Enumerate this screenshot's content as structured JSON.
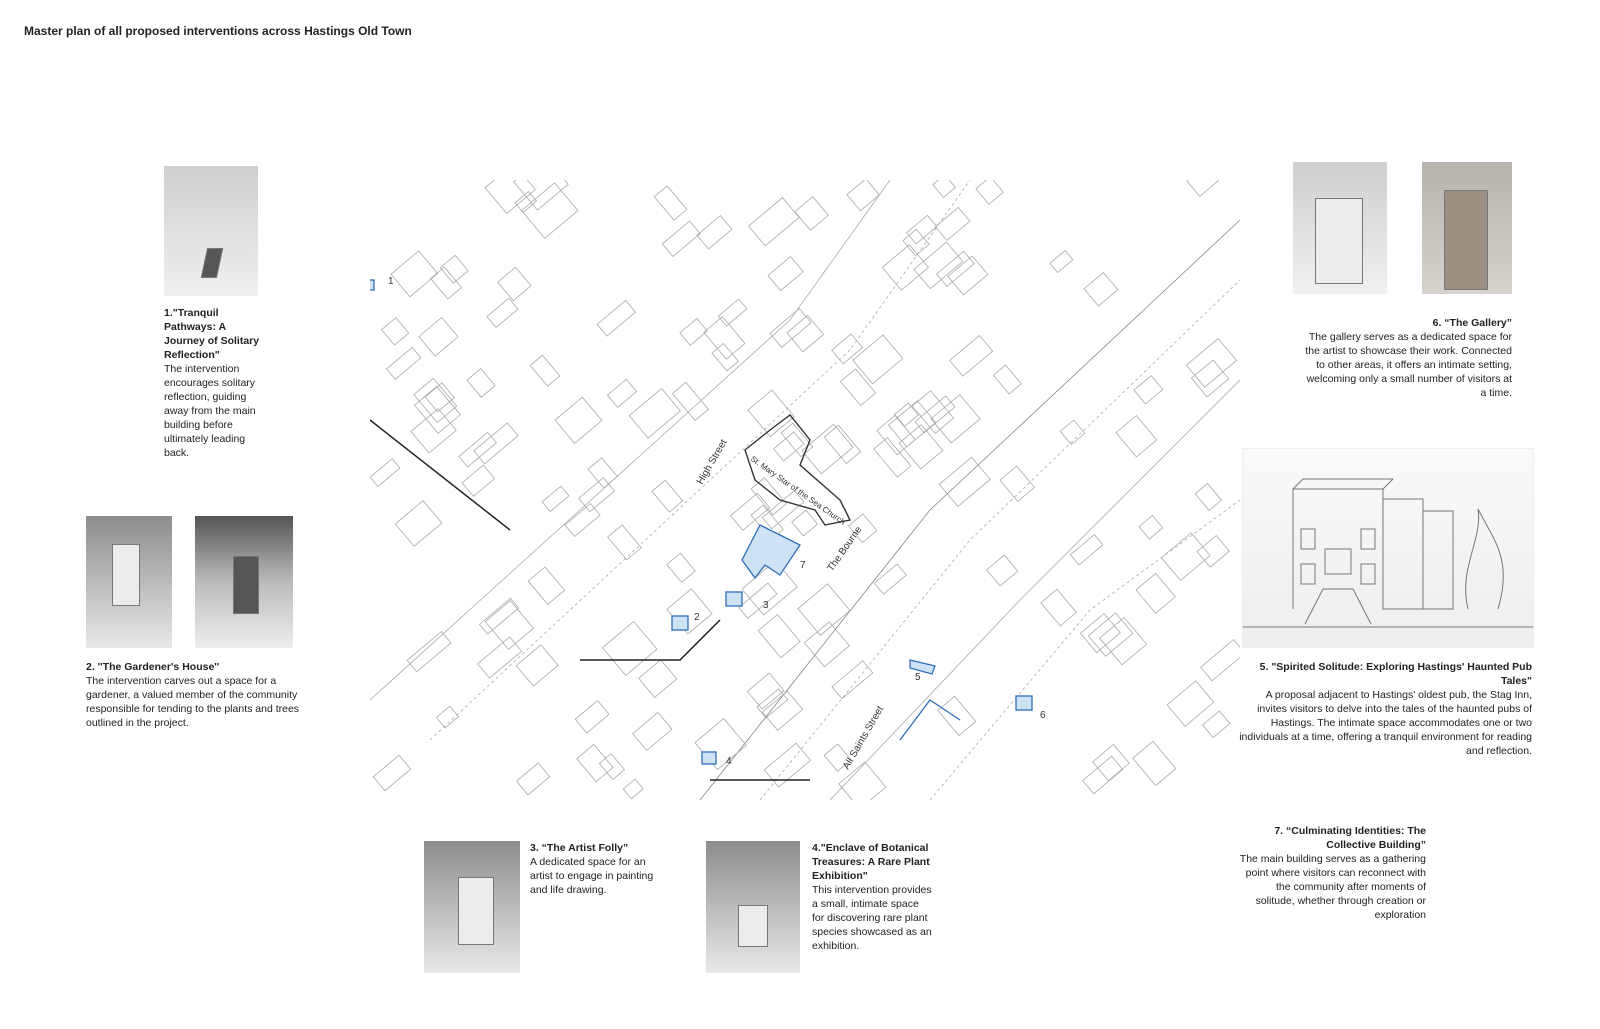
{
  "title": "Master plan of all proposed interventions across Hastings Old Town",
  "interventions": [
    {
      "heading": "1.\"Tranquil Pathways: A Journey of Solitary Reflection\"",
      "body": "The intervention encourages solitary reflection, guiding away from the main building before ultimately leading back."
    },
    {
      "heading": "2. ''The Gardener's House''",
      "body": "The intervention carves out a space for a gardener, a valued member of the community responsible for tending to the plants and trees outlined in the project."
    },
    {
      "heading": "3. “The Artist Folly”",
      "body": "A dedicated space for an artist to engage in painting and life drawing."
    },
    {
      "heading": "4.\"Enclave of Botanical Treasures: A Rare Plant Exhibition\"",
      "body": "This intervention provides a small, intimate space for discovering rare plant species showcased as an exhibition."
    },
    {
      "heading": "5. \"Spirited Solitude: Exploring Hastings' Haunted Pub Tales\"",
      "body": "A proposal adjacent to Hastings' oldest pub, the Stag Inn, invites visitors to delve into the tales of the haunted pubs of Hastings. The intimate space accommodates one or two individuals at a time, offering a tranquil environment for reading and reflection."
    },
    {
      "heading": "6. “The Gallery”",
      "body": "The gallery serves as a dedicated space for the artist to showcase their work. Connected to other areas, it offers an intimate setting, welcoming only a small number of visitors at a time."
    },
    {
      "heading": "7. “Culminating Identities: The Collective Building”",
      "body": "The main building serves as a gathering point where visitors can reconnect with the community after moments of solitude, whether through creation or exploration"
    }
  ],
  "map": {
    "streets": [
      "High Street",
      "The Bourne",
      "All Saints Street"
    ],
    "church": "St. Mary Star of the Sea Church",
    "markers": [
      "1",
      "2",
      "3",
      "4",
      "5",
      "6",
      "7"
    ]
  },
  "colors": {
    "intervention": "#2f6fb8",
    "fill": "#cfe2f5",
    "line": "#333333"
  }
}
